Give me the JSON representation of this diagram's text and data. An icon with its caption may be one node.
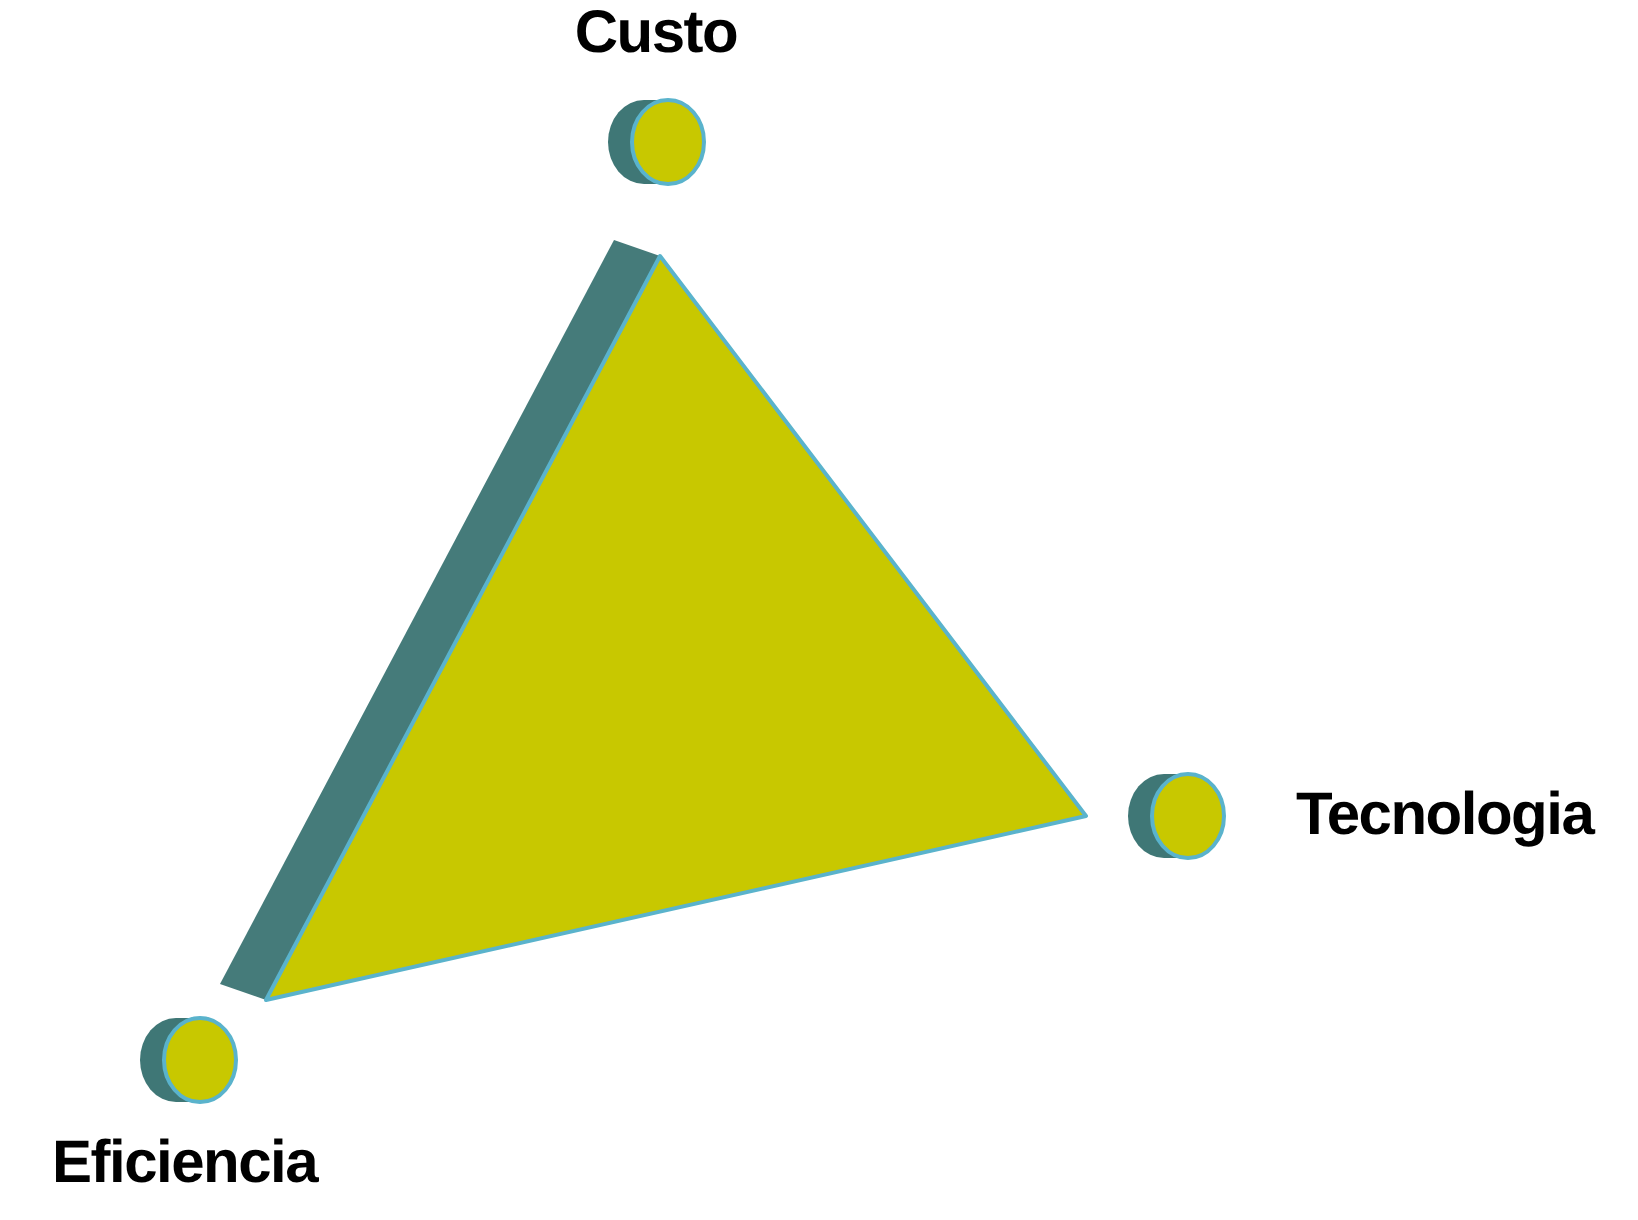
{
  "diagram": {
    "nodes": [
      {
        "text": [
          "Custo"
        ]
      },
      {
        "text": [
          "Tecnologia"
        ]
      },
      {
        "text": [
          "Eficiencia"
        ]
      }
    ]
  }
}
